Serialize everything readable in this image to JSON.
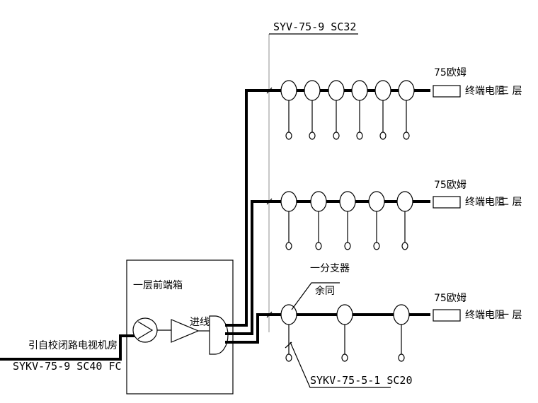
{
  "labels": {
    "trunk_cable": "SYV-75-9 SC32",
    "incoming_source": "引自校闭路电视机房",
    "incoming_cable": "SYKV-75-9 SC40 FC",
    "front_box": "一层前端箱",
    "feed_in": "进线",
    "splitter_note_1": "一分支器",
    "splitter_note_2": "余同",
    "branch_cable": "SYKV-75-5-1 SC20"
  },
  "floors": [
    {
      "resistor_value": "75欧姆",
      "terminal_label": "终端电阻",
      "floor_label": "三 层"
    },
    {
      "resistor_value": "75欧姆",
      "terminal_label": "终端电阻",
      "floor_label": "二 层"
    },
    {
      "resistor_value": "75欧姆",
      "terminal_label": "终端电阻",
      "floor_label": "一 层"
    }
  ]
}
